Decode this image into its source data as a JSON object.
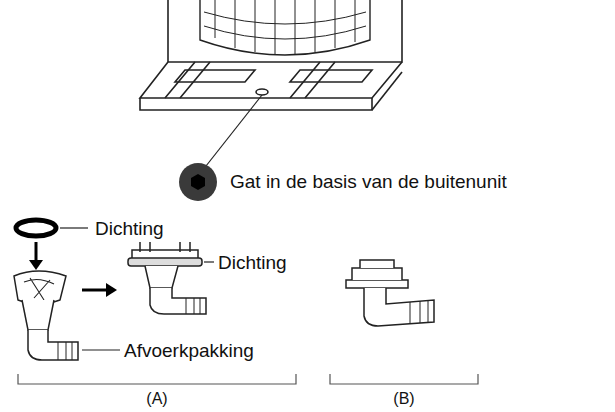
{
  "diagram": {
    "labels": [
      "Gat in de basis van de buitenunit",
      "Dichting",
      "Dichting",
      "Afvoerkpakking",
      "(A)",
      "(B)"
    ]
  }
}
